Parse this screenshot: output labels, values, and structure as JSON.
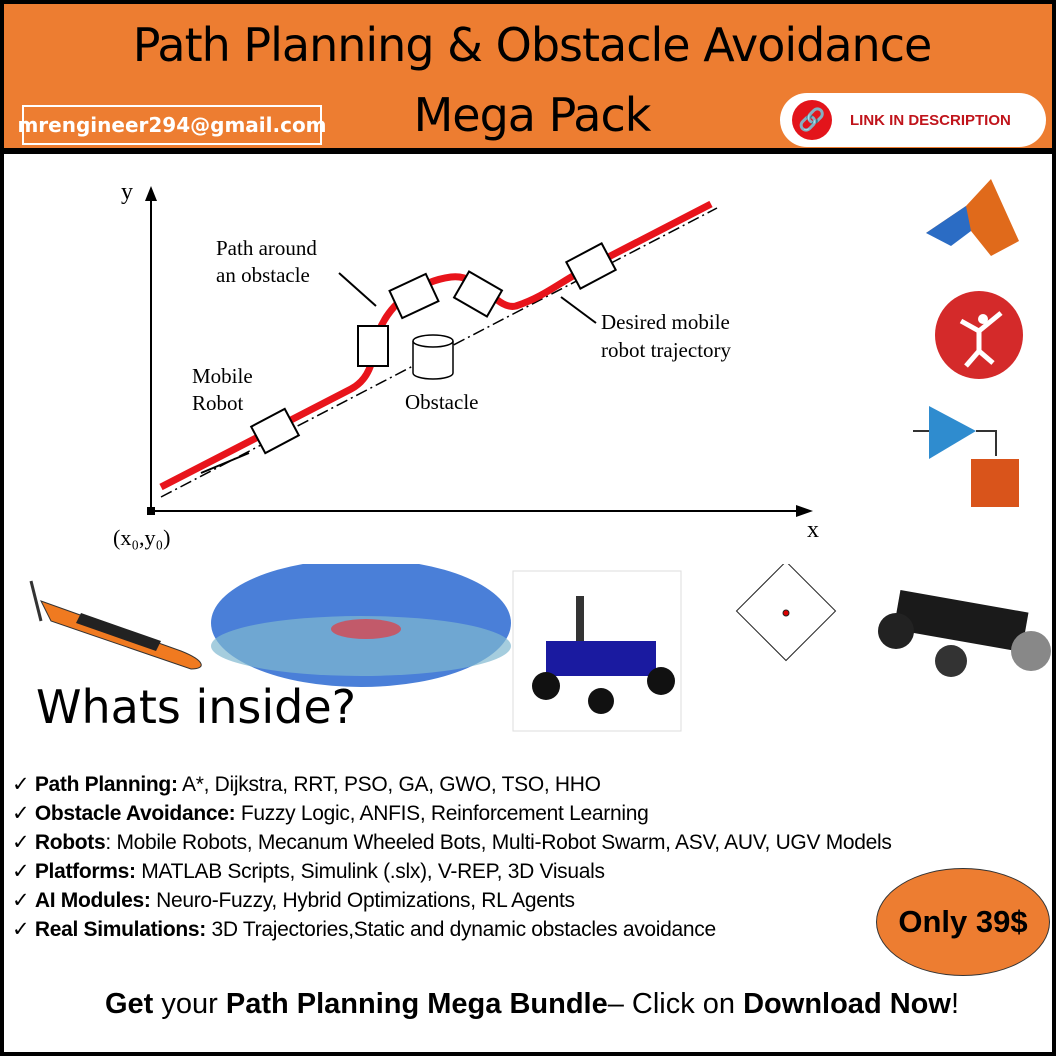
{
  "header": {
    "title_line1": "Path Planning & Obstacle Avoidance",
    "title_line2": "Mega Pack",
    "email": "mrengineer294@gmail.com",
    "link_label": "LINK IN DESCRIPTION",
    "bg_color": "#ED7D31"
  },
  "diagram": {
    "y_axis": "y",
    "x_axis": "x",
    "origin": "(x₀,y₀)",
    "path_label": [
      "Path around",
      "an obstacle"
    ],
    "robot_label": [
      "Mobile",
      "Robot"
    ],
    "obstacle_label": "Obstacle",
    "trajectory_label": [
      "Desired mobile",
      "robot trajectory"
    ]
  },
  "side_icons": [
    "matlab-logo",
    "dancer-logo",
    "simulink-logo"
  ],
  "whats_inside": "Whats inside?",
  "features": [
    {
      "label": "Path Planning:",
      "text": " A*, Dijkstra, RRT, PSO, GA, GWO, TSO, HHO"
    },
    {
      "label": "Obstacle Avoidance:",
      "text": " Fuzzy Logic, ANFIS, Reinforcement Learning"
    },
    {
      "label": "Robots",
      "text": ": Mobile Robots, Mecanum Wheeled Bots, Multi-Robot Swarm, ASV, AUV, UGV Models"
    },
    {
      "label": "Platforms:",
      "text": " MATLAB  Scripts, Simulink (.slx), V-REP, 3D Visuals"
    },
    {
      "label": "AI Modules:",
      "text": " Neuro-Fuzzy, Hybrid Optimizations, RL Agents"
    },
    {
      "label": "Real Simulations:",
      "text": " 3D Trajectories,Static and dynamic obstacles avoidance"
    }
  ],
  "check_icon": "✓",
  "price": "Only 39$",
  "cta": {
    "p1": "Get",
    "p2": " your ",
    "p3": "Path Planning Mega Bundle",
    "p4": "– Click on ",
    "p5": "Download Now",
    "p6": "!"
  }
}
